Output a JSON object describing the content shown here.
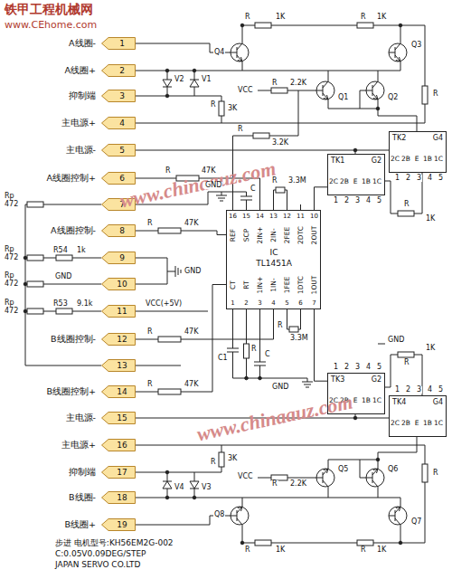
{
  "diagram": {
    "nodes": [
      {
        "text": [
          "A线圈-",
          "1"
        ]
      },
      {
        "text": [
          "A线圈+",
          "2"
        ]
      },
      {
        "text": [
          "抑制端",
          "3"
        ]
      },
      {
        "text": [
          "主电源+",
          "4"
        ]
      },
      {
        "text": [
          "主电源-",
          "5"
        ]
      },
      {
        "text": [
          "A线圈控制+",
          "6"
        ]
      },
      {
        "text": [
          "7"
        ]
      },
      {
        "text": [
          "A线圈控制-",
          "8"
        ]
      },
      {
        "text": [
          "9"
        ]
      },
      {
        "text": [
          "10"
        ]
      },
      {
        "text": [
          "11"
        ]
      },
      {
        "text": [
          "B线圈控制-",
          "12"
        ]
      },
      {
        "text": [
          "13"
        ]
      },
      {
        "text": [
          "B线圈控制+",
          "14"
        ]
      },
      {
        "text": [
          "主电源-",
          "15"
        ]
      },
      {
        "text": [
          "主电源+",
          "16"
        ]
      },
      {
        "text": [
          "抑制端",
          "17"
        ]
      },
      {
        "text": [
          "B线圈-",
          "18"
        ]
      },
      {
        "text": [
          "B线圈+",
          "19"
        ]
      },
      {
        "text": [
          "IC",
          "TL1451A",
          "16",
          "15",
          "14",
          "13",
          "12",
          "11",
          "10",
          "REF",
          "SCP",
          "2IN+",
          "2IN-",
          "2FEE",
          "2DTC",
          "2OUT",
          "CT",
          "RT",
          "1IN+",
          "1IN-",
          "1FEE",
          "1DTC",
          "1OUT",
          "1",
          "2",
          "3",
          "4",
          "5",
          "6",
          "7"
        ]
      },
      {
        "text": [
          "TK1",
          "G2",
          "2C",
          "2B",
          "E",
          "1B",
          "1C"
        ]
      },
      {
        "text": [
          "TK2",
          "G4",
          "2C",
          "2B",
          "E",
          "1B",
          "1C"
        ]
      },
      {
        "text": [
          "TK3",
          "G2",
          "2C",
          "2B",
          "E",
          "1B",
          "1C"
        ]
      },
      {
        "text": [
          "TK4",
          "G4",
          "2C",
          "2B",
          "E",
          "1B",
          "1C"
        ]
      }
    ],
    "edges": [
      {
        "from": 5,
        "to": 19,
        "arrow": "none"
      },
      {
        "from": 7,
        "to": 19,
        "arrow": "none"
      },
      {
        "from": 11,
        "to": 19,
        "arrow": "none"
      },
      {
        "from": 13,
        "to": 19,
        "arrow": "none"
      },
      {
        "from": 19,
        "to": 20,
        "arrow": "none"
      },
      {
        "from": 19,
        "to": 22,
        "arrow": "none"
      }
    ],
    "labels": [
      "铁甲工程机械网",
      "www.CEhome.com",
      "www.chinaauz.com",
      "www.chinaauz.com",
      "R",
      "1K",
      "R",
      "1K",
      "Q4",
      "Q3",
      "VCC",
      "R",
      "2.2K",
      "Q1",
      "Q2",
      "V2",
      "V1",
      "R",
      "3K",
      "R",
      "R",
      "3.2K",
      "R",
      "47K",
      "R",
      "47K",
      "R",
      "3.3M",
      "C",
      "GND",
      "R",
      "1K",
      "1",
      "2",
      "3",
      "4",
      "5",
      "1",
      "2",
      "3",
      "4",
      "5",
      "Rp",
      "472",
      "Rp",
      "472",
      "Rp",
      "472",
      "Rp",
      "472",
      "R54",
      "1k",
      "GND",
      "R53",
      "9.1k",
      "GND",
      "VCC(+5V)",
      "R",
      "47K",
      "C1",
      "R",
      "R",
      "3.3M",
      "C",
      "GND",
      "R",
      "47K",
      "GND",
      "R",
      "1K",
      "1",
      "2",
      "3",
      "4",
      "5",
      "1",
      "2",
      "3",
      "4",
      "5",
      "R",
      "1K",
      "R",
      "1K",
      "Q8",
      "Q7",
      "VCC",
      "R",
      "2.2K",
      "Q5",
      "Q6",
      "V4",
      "V3",
      "R",
      "3K",
      "R",
      "步进 电机型号:KH56EM2G-002",
      "C:0.05V0.09DEG/STEP",
      "JAPAN SERVO CO.LTD"
    ]
  }
}
